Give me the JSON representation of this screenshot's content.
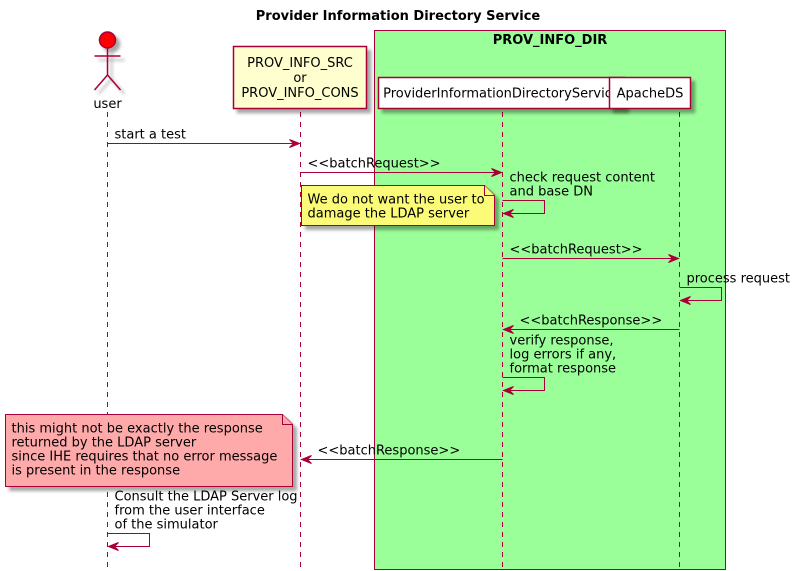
{
  "diagram": {
    "title": "Provider Information Directory Service",
    "colors": {
      "border": "#A80036",
      "box_fill": "#9AFF99",
      "participant_fill": "#FEFECE",
      "actor_head": "#FF0000",
      "note_yellow": "#FBFB77",
      "note_red": "#FFAAAA"
    },
    "box": {
      "label": "PROV_INFO_DIR"
    },
    "participants": [
      {
        "id": "user",
        "type": "actor",
        "label": "user"
      },
      {
        "id": "src",
        "type": "participant",
        "lines": [
          "PROV_INFO_SRC",
          "or",
          "PROV_INFO_CONS"
        ]
      },
      {
        "id": "pids",
        "type": "participant",
        "lines": [
          "ProviderInformationDirectoryService"
        ]
      },
      {
        "id": "ads",
        "type": "participant",
        "lines": [
          "ApacheDS"
        ]
      }
    ],
    "messages": [
      {
        "from": "user",
        "to": "src",
        "lines": [
          "start a test"
        ]
      },
      {
        "from": "src",
        "to": "pids",
        "lines": [
          "<<batchRequest>>"
        ]
      },
      {
        "from": "pids",
        "to": "pids",
        "lines": [
          "check request content",
          "and base DN"
        ]
      },
      {
        "from": "pids",
        "to": "ads",
        "lines": [
          "<<batchRequest>>"
        ]
      },
      {
        "from": "ads",
        "to": "ads",
        "lines": [
          "process request"
        ]
      },
      {
        "from": "ads",
        "to": "pids",
        "lines": [
          "<<batchResponse>>"
        ]
      },
      {
        "from": "pids",
        "to": "pids",
        "lines": [
          "verify response,",
          "log errors if any,",
          "format response"
        ]
      },
      {
        "from": "pids",
        "to": "src",
        "lines": [
          "<<batchResponse>>"
        ]
      },
      {
        "from": "user",
        "to": "user",
        "lines": [
          "Consult the LDAP Server log",
          "from the user interface",
          "of the simulator"
        ]
      }
    ],
    "notes": [
      {
        "color": "yellow",
        "attached_to": "src",
        "lines": [
          "We do not want the user to",
          "damage the LDAP server"
        ]
      },
      {
        "color": "red",
        "attached_to": "src",
        "lines": [
          "this might not be exactly the response",
          "returned by the LDAP server",
          "since IHE requires that no error message",
          "is present in the response"
        ]
      }
    ]
  }
}
